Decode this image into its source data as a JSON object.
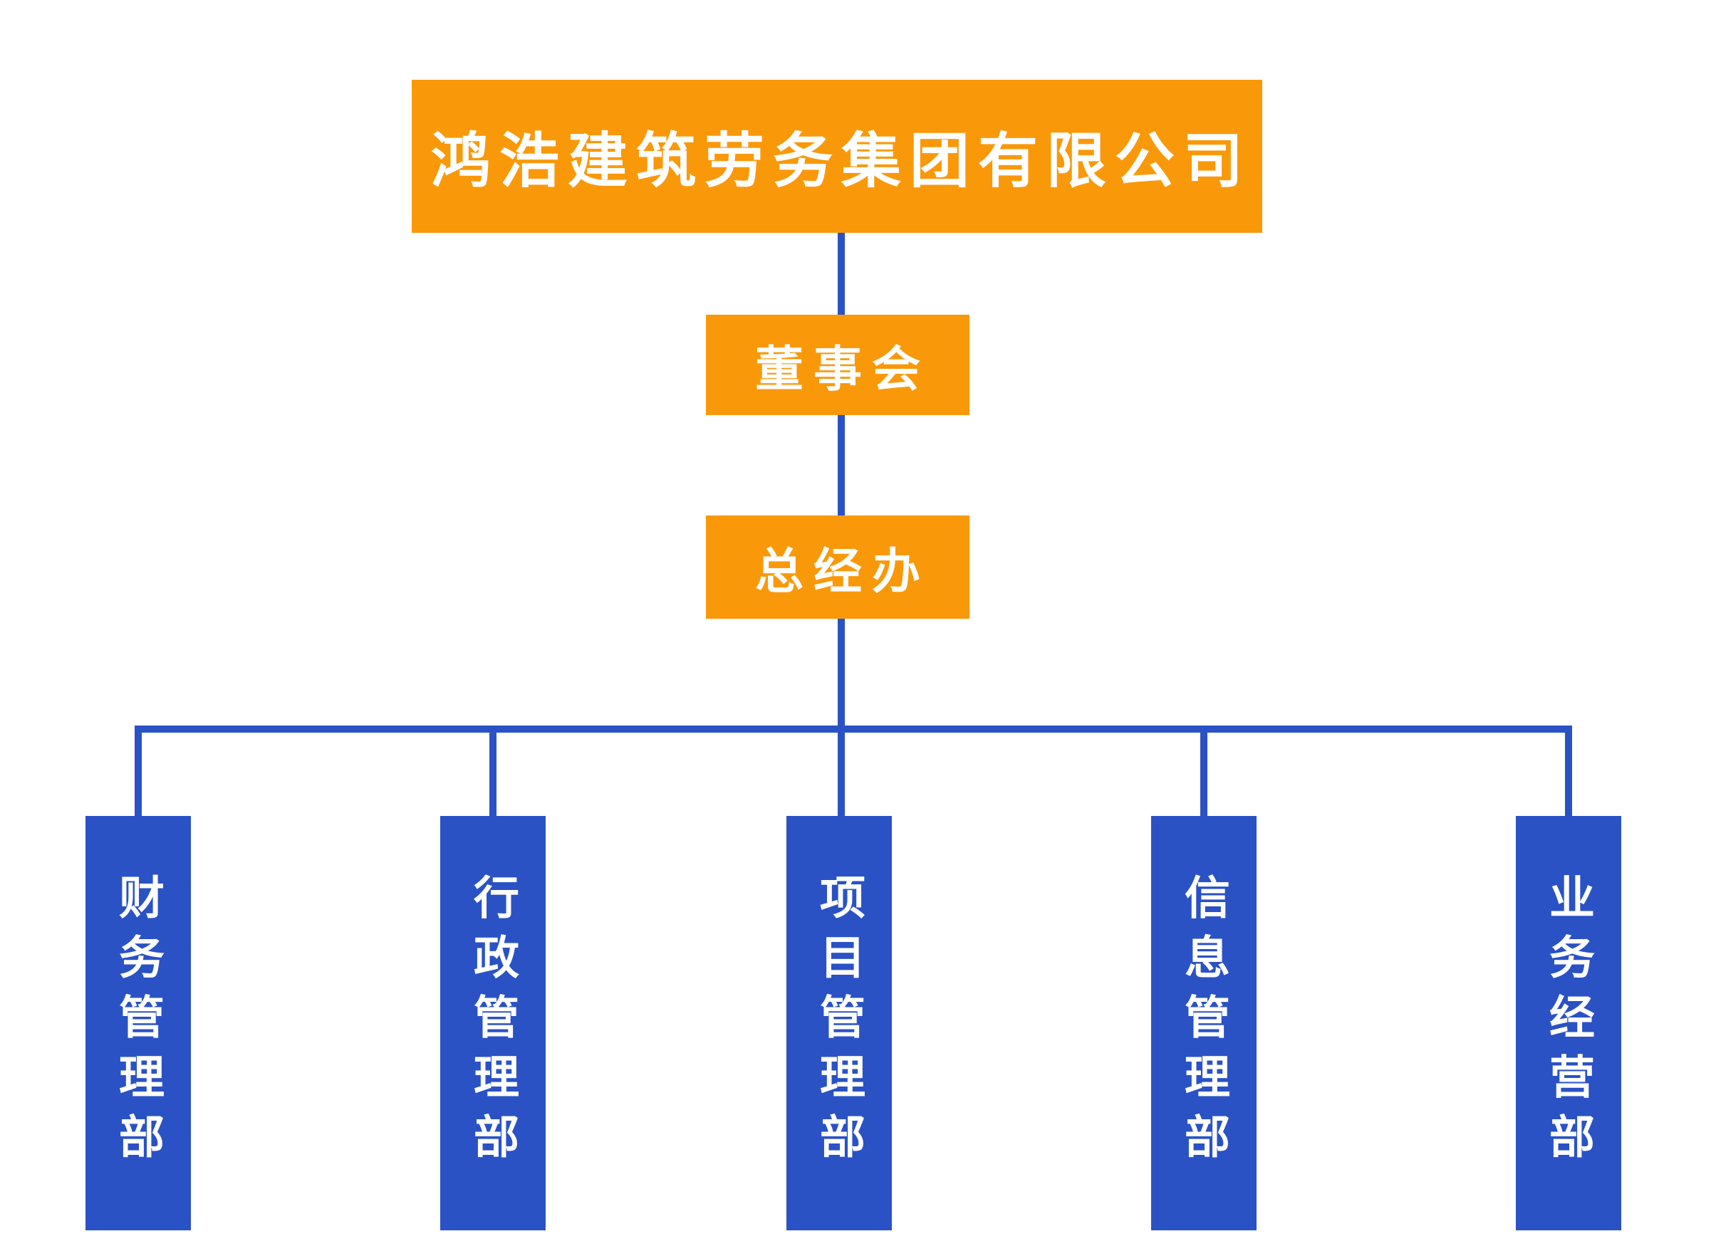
{
  "org_chart": {
    "type": "org-tree",
    "root": {
      "label": "鸿浩建筑劳务集团有限公司"
    },
    "level2": {
      "label": "董事会"
    },
    "level3": {
      "label": "总经办"
    },
    "departments": [
      {
        "label": "财务管理部"
      },
      {
        "label": "行政管理部"
      },
      {
        "label": "项目管理部"
      },
      {
        "label": "信息管理部"
      },
      {
        "label": "业务经营部"
      }
    ],
    "colors": {
      "top_level_fill": "#F9990A",
      "department_fill": "#2A52C5",
      "connector": "#2A52C5",
      "text": "#FFFFFF",
      "background": "#FFFFFF"
    }
  }
}
